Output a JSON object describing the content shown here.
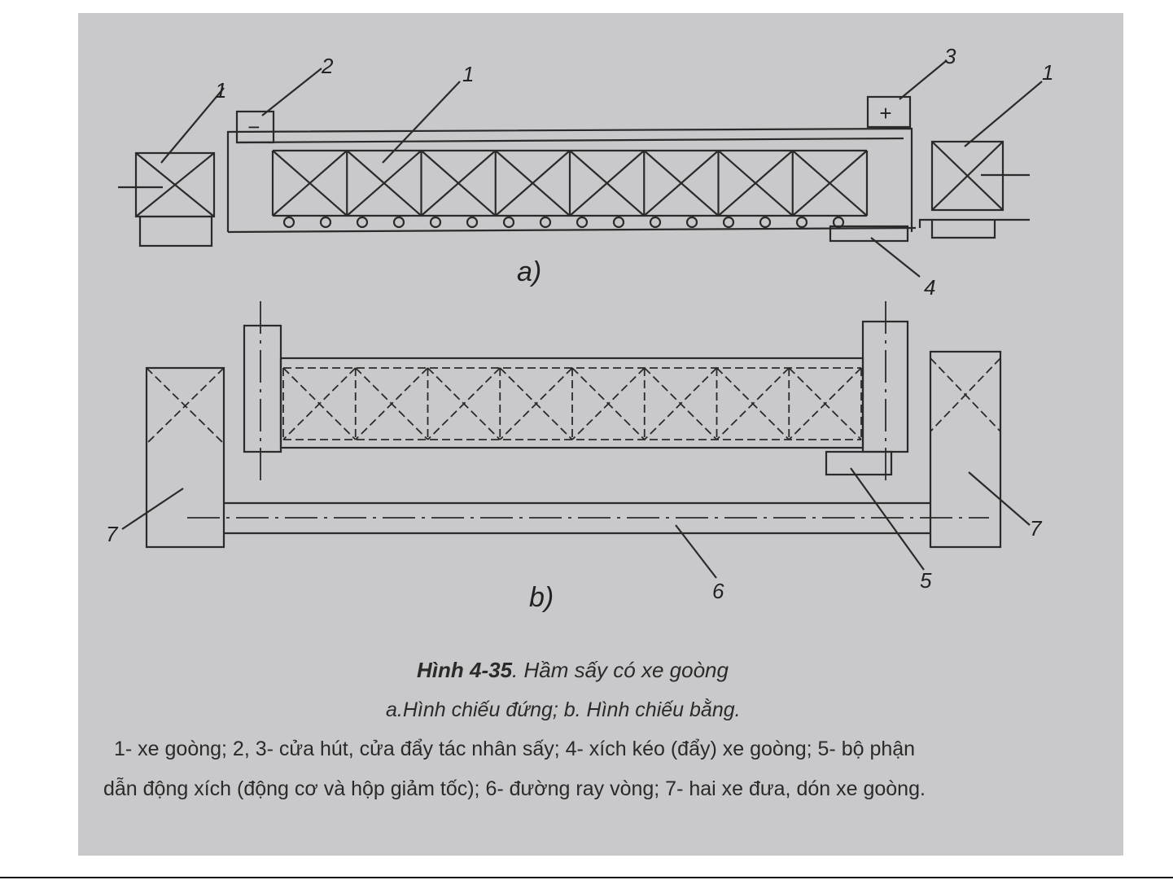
{
  "figure": {
    "labels_a": {
      "cart_left": "1",
      "suction_door": "2",
      "truss": "1",
      "push_door": "3",
      "cart_right": "1",
      "chain": "4",
      "view": "a)"
    },
    "door_signs": {
      "suction": "−",
      "push": "+"
    },
    "labels_b": {
      "transfer_left": "7",
      "rail": "6",
      "drive": "5",
      "transfer_right": "7",
      "view": "b)"
    }
  },
  "caption": {
    "number": "Hình 4-35",
    "title": ". Hầm sấy có xe goòng",
    "subtitle": "a.Hình chiếu đứng; b. Hình chiếu bằng.",
    "legend_line1": "1- xe goòng; 2, 3- cửa hút, cửa đẩy tác nhân sấy; 4- xích kéo (đẩy) xe goòng; 5- bộ phận",
    "legend_line2": "dẫn động xích (động cơ và hộp giảm tốc); 6- đường ray vòng; 7- hai xe đưa, dón xe goòng."
  }
}
